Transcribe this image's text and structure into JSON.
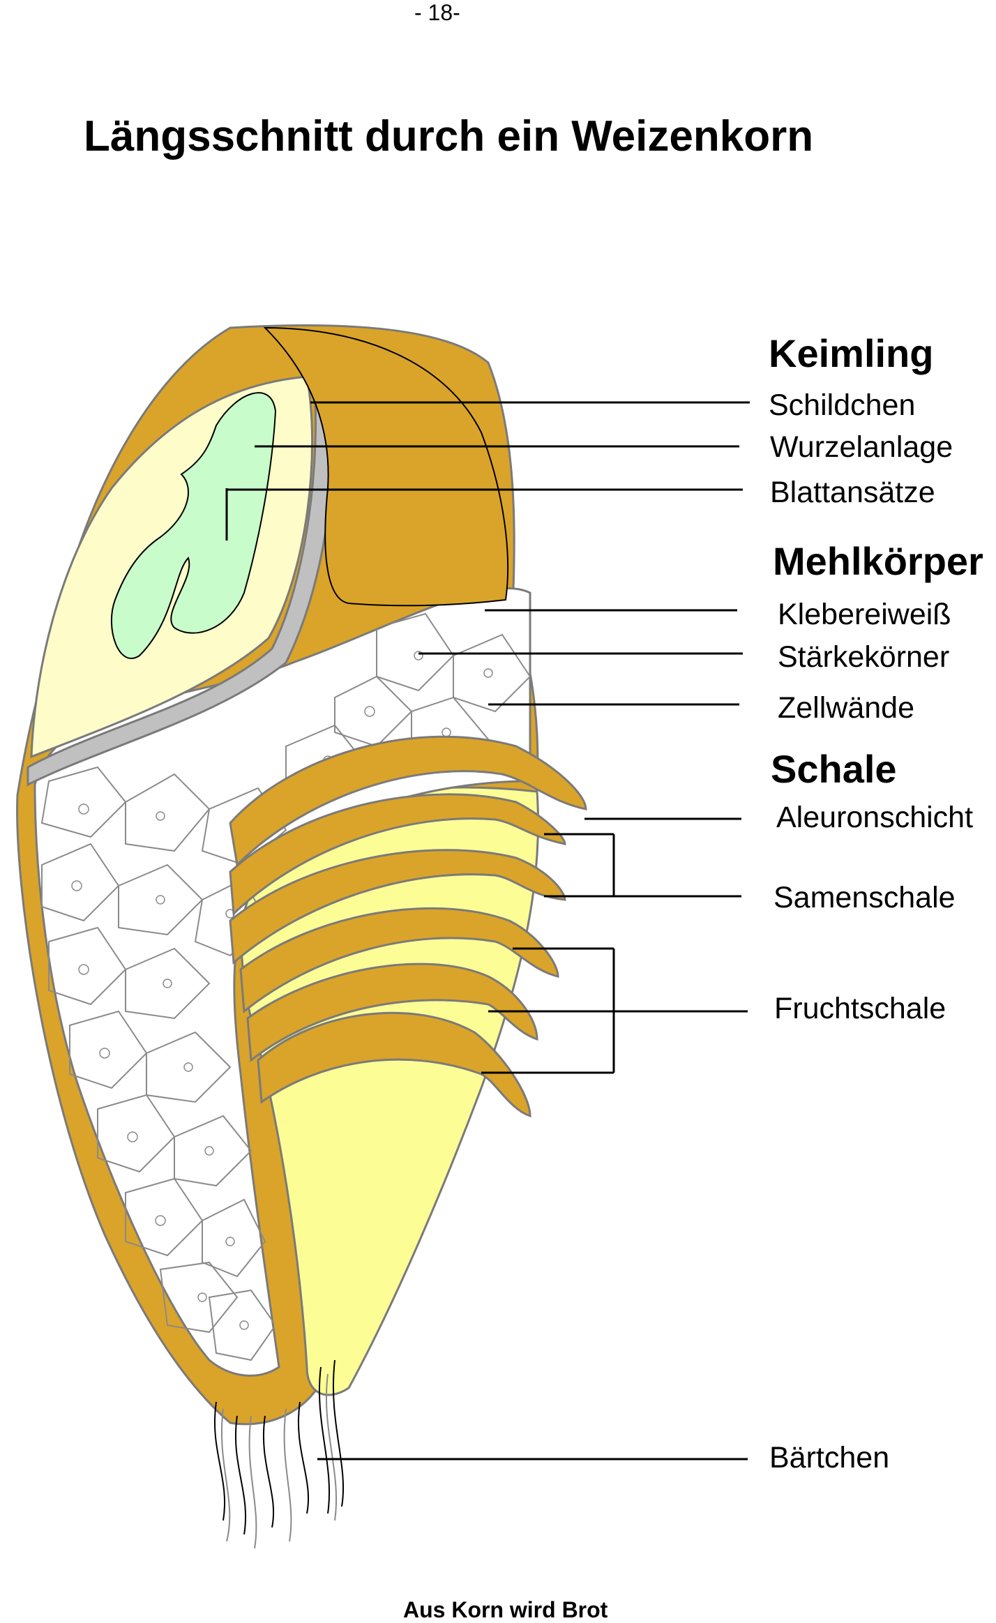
{
  "page_number": "- 18-",
  "title": "Längsschnitt durch ein Weizenkorn",
  "footer": "Aus Korn wird Brot",
  "colors": {
    "hull": "#daa42a",
    "seed_coat": "#fdfd96",
    "embryo_light": "#fefcc9",
    "embryo_green": "#c8fcca",
    "cell_line": "#8a8a8a",
    "scutellum_grey": "#c0c0c0"
  },
  "groups": [
    {
      "heading": "Keimling",
      "labels": [
        "Schildchen",
        "Wurzelanlage",
        "Blattansätze"
      ]
    },
    {
      "heading": "Mehlkörper",
      "labels": [
        "Klebereiweiß",
        "Stärkekörner",
        "Zellwände"
      ]
    },
    {
      "heading": "Schale",
      "labels": [
        "Aleuronschicht",
        "Samenschale",
        "Fruchtschale"
      ]
    }
  ],
  "extra_label": "Bärtchen"
}
